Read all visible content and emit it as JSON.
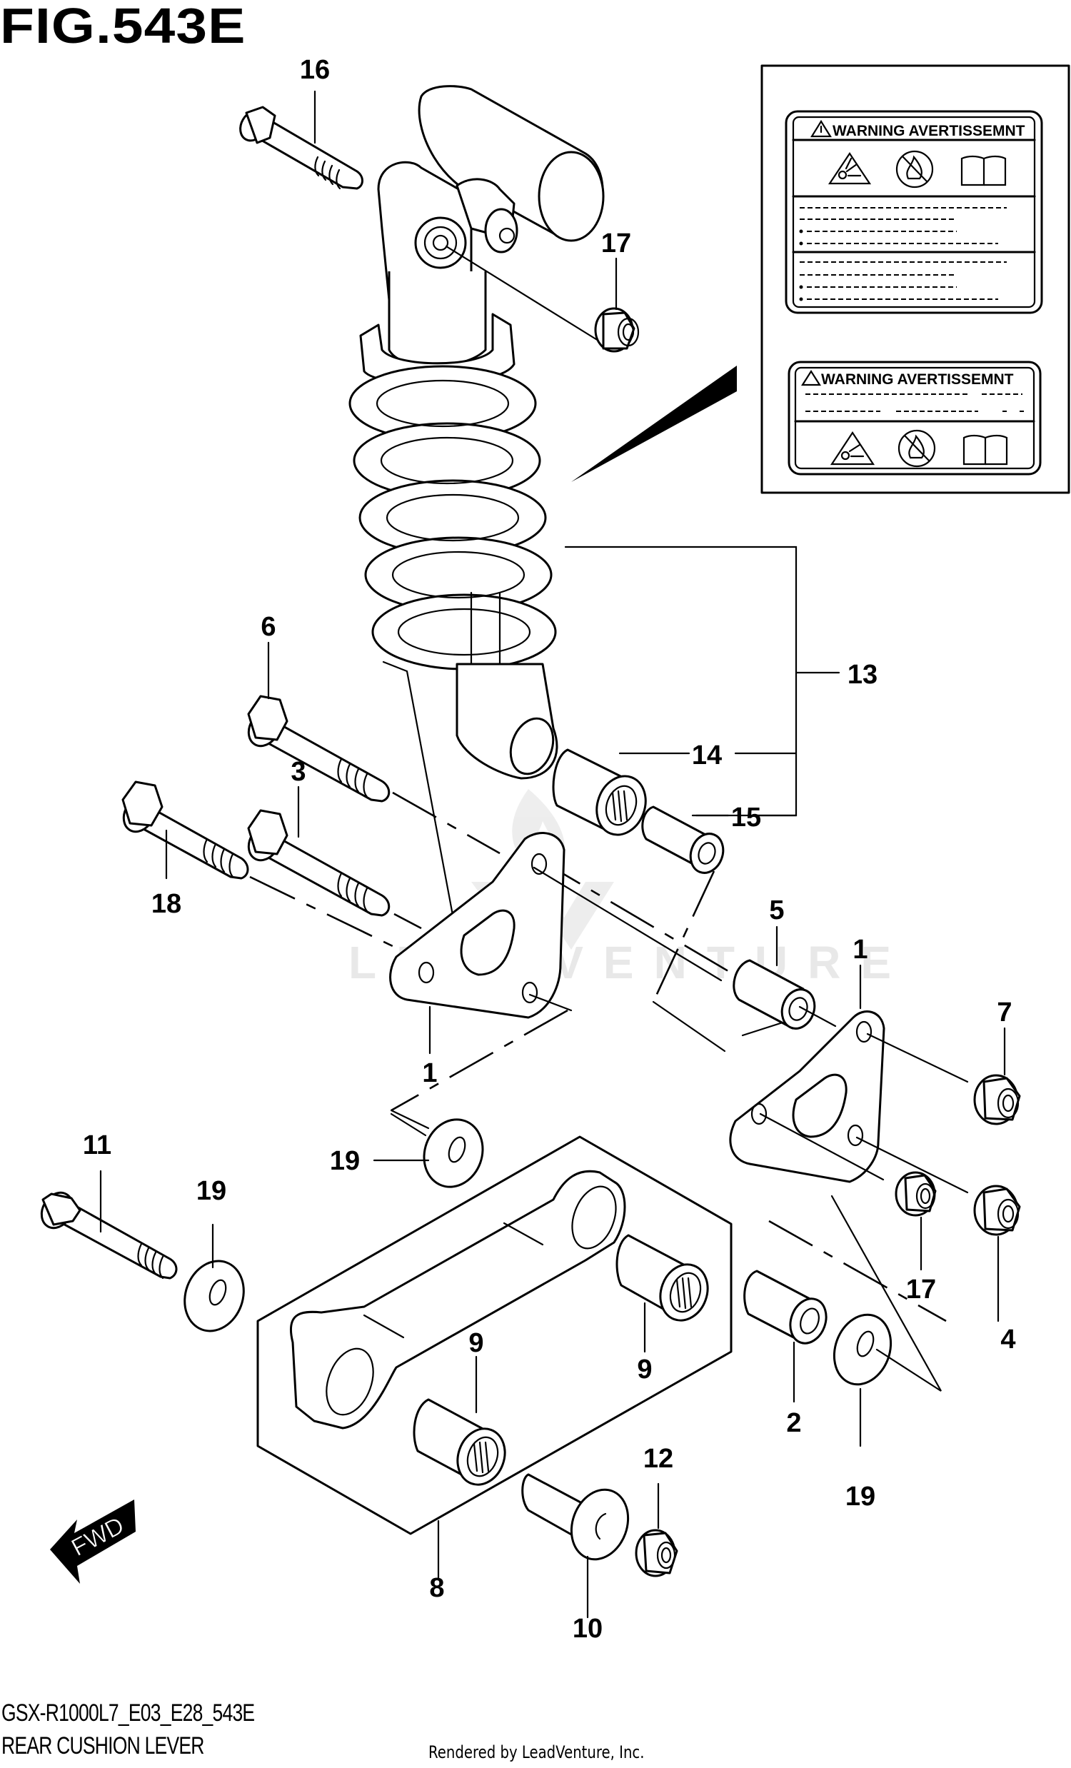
{
  "figure": {
    "title": "FIG.543E",
    "model_code": "GSX-R1000L7_E03_E28_543E",
    "section_name": "REAR CUSHION LEVER",
    "rendered_by": "Rendered by LeadVenture, Inc.",
    "watermark": "LEADVENTURE"
  },
  "warning_labels": [
    {
      "title": "WARNING AVERTISSEMNT",
      "icons": [
        "explosion-hazard-icon",
        "no-open-flame-icon",
        "read-manual-icon"
      ],
      "icons_position": "top"
    },
    {
      "title": "WARNING AVERTISSEMNT",
      "icons": [
        "explosion-hazard-icon",
        "no-open-flame-icon",
        "read-manual-icon"
      ],
      "icons_position": "bottom"
    }
  ],
  "direction_indicator": {
    "label": "FWD"
  },
  "callouts": {
    "c16": "16",
    "c17a": "17",
    "c6": "6",
    "c3": "3",
    "c18": "18",
    "c13": "13",
    "c14": "14",
    "c15": "15",
    "c1a": "1",
    "c5": "5",
    "c1b": "1",
    "c7": "7",
    "c19a": "19",
    "c11": "11",
    "c19b": "19",
    "c9a": "9",
    "c9b": "9",
    "c17b": "17",
    "c4": "4",
    "c2": "2",
    "c19c": "19",
    "c12": "12",
    "c8": "8",
    "c10": "10"
  },
  "parts": [
    {
      "ref": "1",
      "name": "bracket"
    },
    {
      "ref": "2",
      "name": "spacer"
    },
    {
      "ref": "3",
      "name": "bolt"
    },
    {
      "ref": "4",
      "name": "nut"
    },
    {
      "ref": "5",
      "name": "spacer"
    },
    {
      "ref": "6",
      "name": "bolt"
    },
    {
      "ref": "7",
      "name": "nut"
    },
    {
      "ref": "8",
      "name": "rear cushion lever"
    },
    {
      "ref": "9",
      "name": "needle bearing"
    },
    {
      "ref": "10",
      "name": "spacer"
    },
    {
      "ref": "11",
      "name": "bolt"
    },
    {
      "ref": "12",
      "name": "nut"
    },
    {
      "ref": "13",
      "name": "rear shock absorber assembly"
    },
    {
      "ref": "14",
      "name": "needle bearing"
    },
    {
      "ref": "15",
      "name": "spacer"
    },
    {
      "ref": "16",
      "name": "bolt"
    },
    {
      "ref": "17",
      "name": "nut"
    },
    {
      "ref": "18",
      "name": "bolt"
    },
    {
      "ref": "19",
      "name": "washer"
    }
  ]
}
